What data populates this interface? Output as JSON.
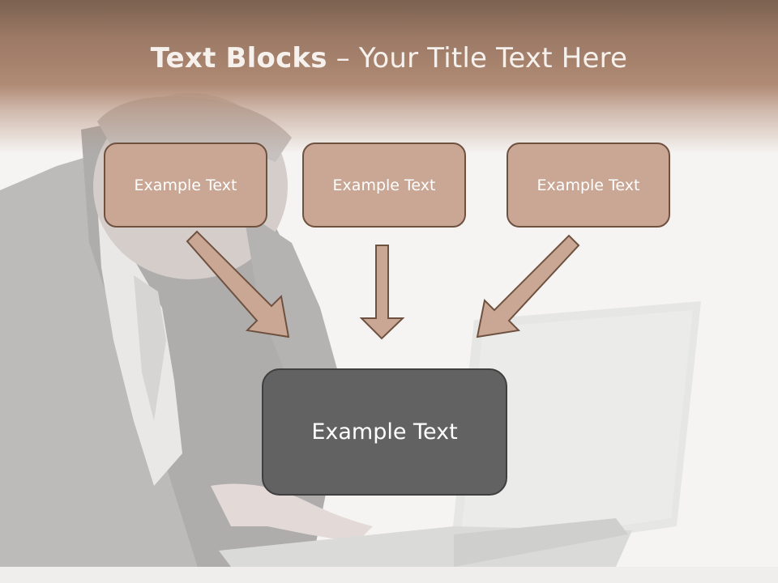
{
  "slide": {
    "title_bold": "Text Blocks",
    "title_dash": " – ",
    "title_rest": "Your Title Text Here"
  },
  "blocks": [
    {
      "label": "Example Text"
    },
    {
      "label": "Example Text"
    },
    {
      "label": "Example Text"
    }
  ],
  "center_block": {
    "label": "Example Text"
  },
  "background": {
    "image": "businessman-typing-on-laptop"
  },
  "colors": {
    "header": "#9c7a66",
    "block_fill": "#c9a794",
    "block_border": "#6f5140",
    "arrow_fill": "#c9a794",
    "center_fill": "#626262"
  }
}
